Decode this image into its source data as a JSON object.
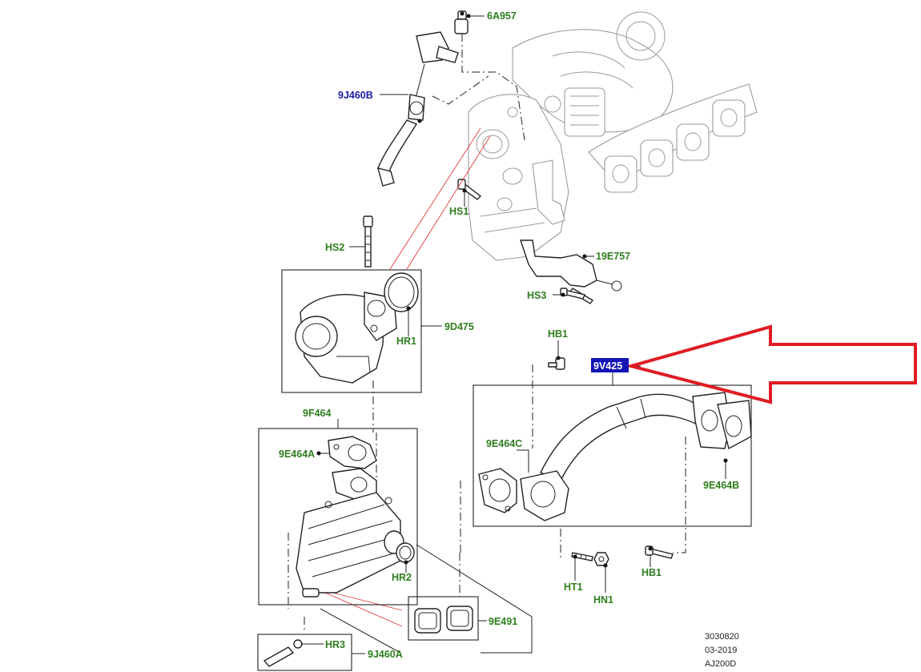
{
  "labels": {
    "l_6A957": "6A957",
    "l_9J460B": "9J460B",
    "l_HS1": "HS1",
    "l_HS2": "HS2",
    "l_19E757": "19E757",
    "l_HS3": "HS3",
    "l_9D475": "9D475",
    "l_HR1": "HR1",
    "l_HB1_top": "HB1",
    "l_9V425": "9V425",
    "l_9F464": "9F464",
    "l_9E464A": "9E464A",
    "l_9E464C": "9E464C",
    "l_9E464B": "9E464B",
    "l_HR2": "HR2",
    "l_HT1": "HT1",
    "l_HN1": "HN1",
    "l_HB1_bottom": "HB1",
    "l_9E491": "9E491",
    "l_HR3": "HR3",
    "l_9J460A": "9J460A"
  },
  "footer": {
    "ref": "3030820",
    "date": "03-2019",
    "code": "AJ200D"
  },
  "colors": {
    "label_green": "#2e7d1e",
    "label_blue": "#1a1aa6",
    "highlight_bg": "#1414b4",
    "highlight_text": "#ffffff",
    "arrow_red": "#e01b24"
  }
}
